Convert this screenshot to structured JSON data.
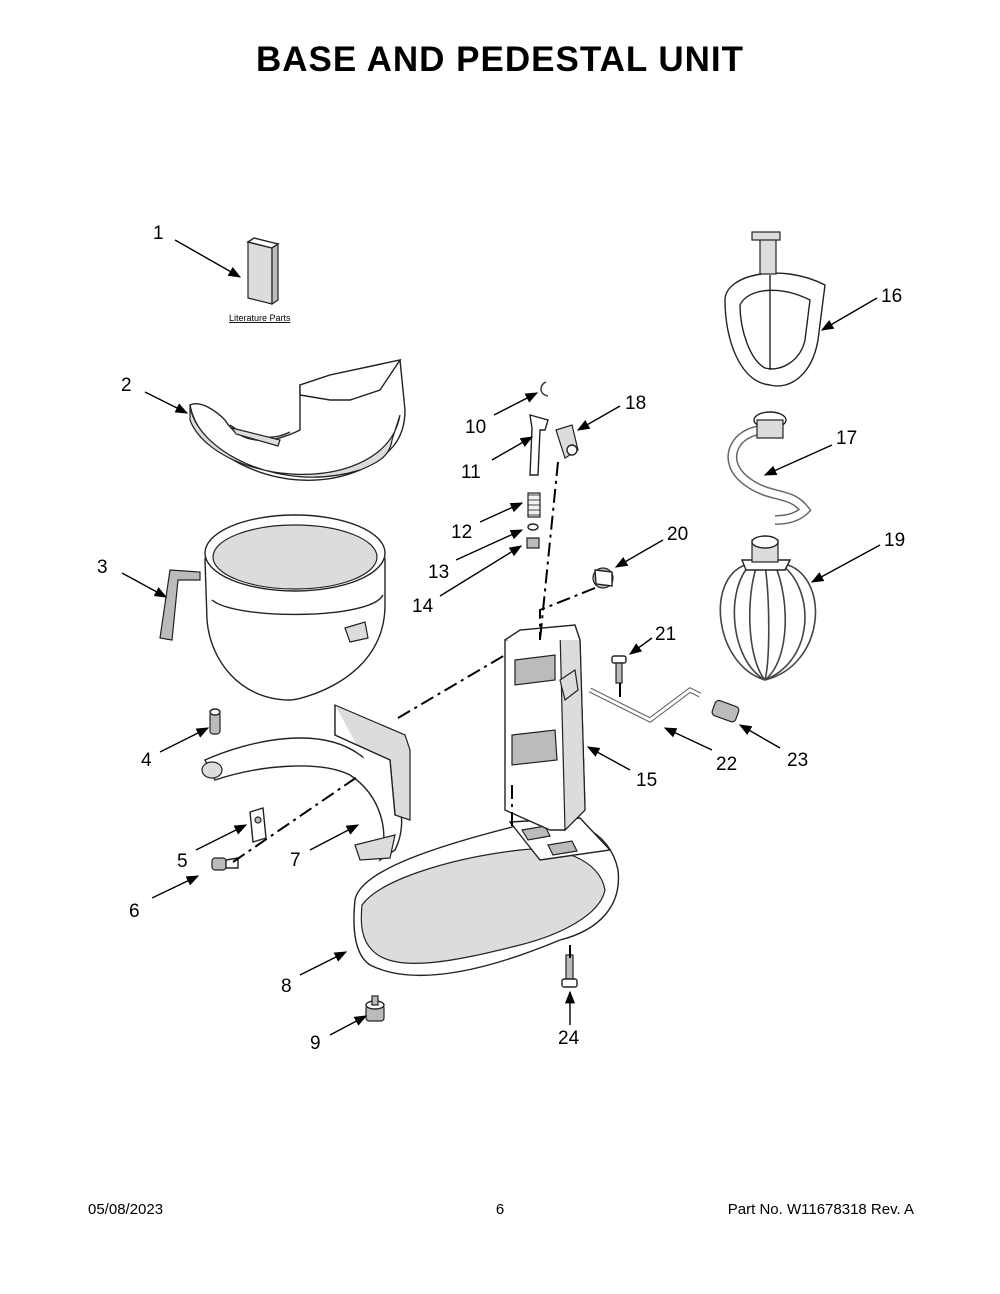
{
  "title": "BASE AND PEDESTAL UNIT",
  "literature_label": "Literature Parts",
  "callouts": [
    "1",
    "2",
    "3",
    "4",
    "5",
    "6",
    "7",
    "8",
    "9",
    "10",
    "11",
    "12",
    "13",
    "14",
    "15",
    "16",
    "17",
    "18",
    "19",
    "20",
    "21",
    "22",
    "23",
    "24"
  ],
  "footer": {
    "date": "05/08/2023",
    "page": "6",
    "part": "Part No.  W11678318  Rev.  A"
  }
}
